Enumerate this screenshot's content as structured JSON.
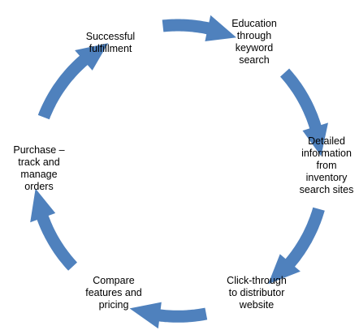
{
  "diagram": {
    "type": "cycle",
    "arrow_color": "#4f81bd",
    "text_color": "#000000",
    "stages": [
      {
        "id": "education",
        "lines": [
          "Education",
          "through",
          "keyword",
          "search"
        ]
      },
      {
        "id": "detailed-info",
        "lines": [
          "Detailed",
          "information",
          "from",
          "inventory",
          "search sites"
        ]
      },
      {
        "id": "click-through",
        "lines": [
          "Click-through",
          "to distributor",
          "website"
        ]
      },
      {
        "id": "compare",
        "lines": [
          "Compare",
          "features and",
          "pricing"
        ]
      },
      {
        "id": "purchase",
        "lines": [
          "Purchase –",
          "track and",
          "manage",
          "orders"
        ]
      },
      {
        "id": "fulfillment",
        "lines": [
          "Successful",
          "fulfillment"
        ]
      }
    ]
  }
}
